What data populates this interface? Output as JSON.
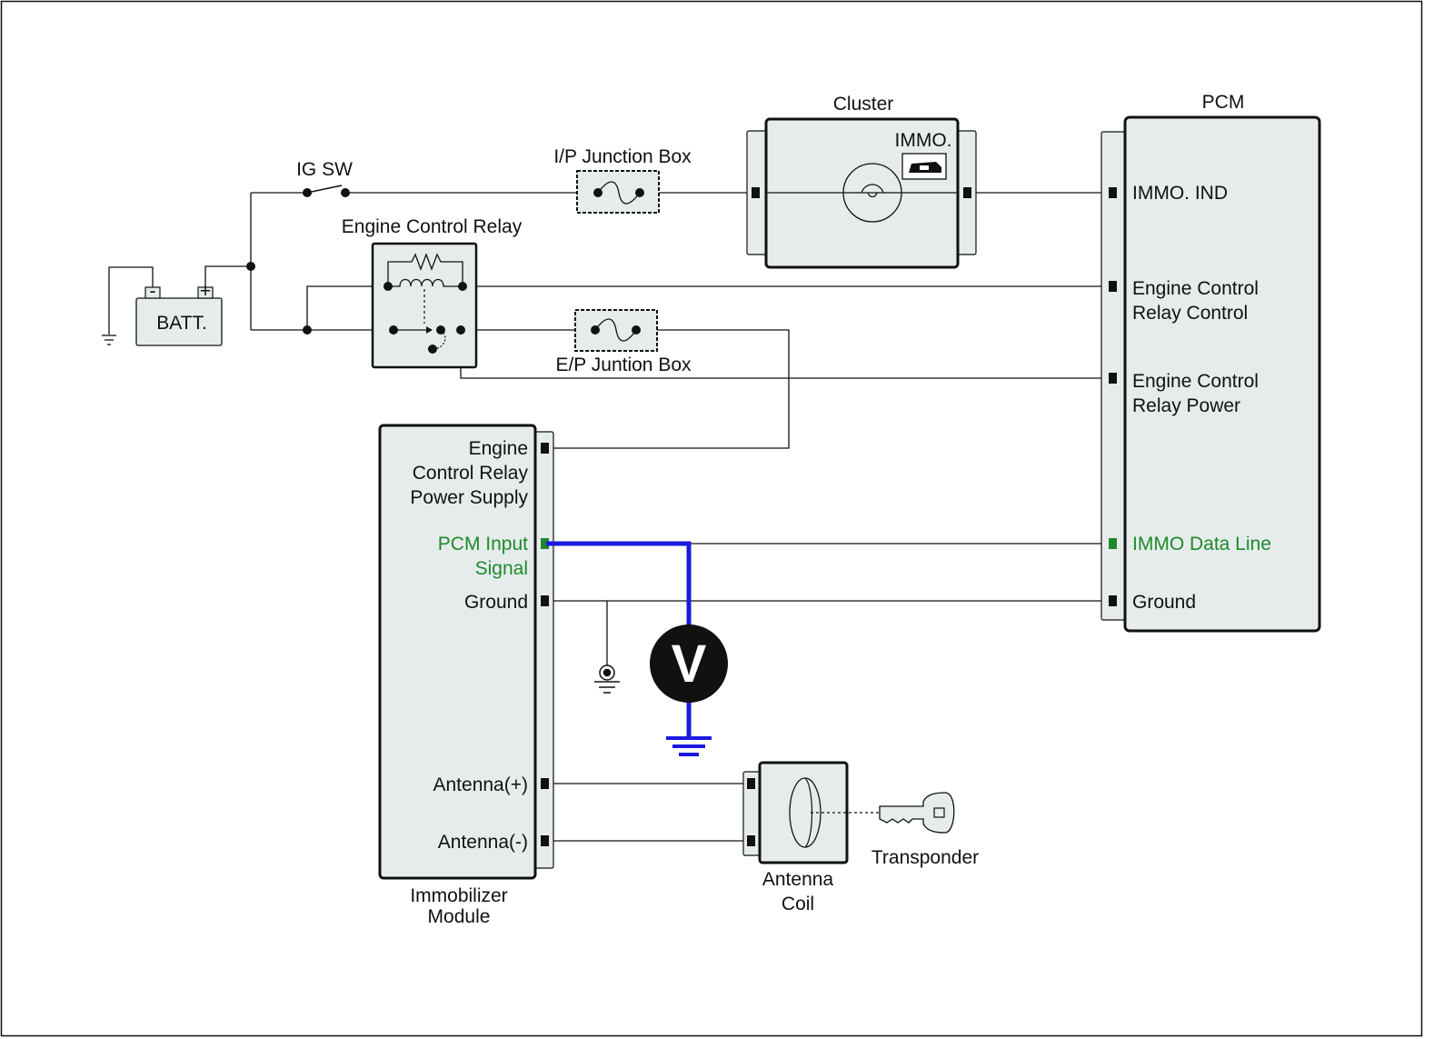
{
  "batt": {
    "label": "BATT.",
    "neg": "-",
    "pos": "+"
  },
  "ig_sw": {
    "label": "IG SW"
  },
  "ecr": {
    "label": "Engine Control Relay"
  },
  "ip_jb": {
    "label": "I/P Junction Box"
  },
  "ep_jb": {
    "label": "E/P Juntion Box"
  },
  "cluster": {
    "label": "Cluster",
    "immo_label": "IMMO."
  },
  "pcm": {
    "title": "PCM",
    "pins": {
      "immo_ind": "IMMO. IND",
      "ecr_control_1": "Engine Control",
      "ecr_control_2": "Relay Control",
      "ecr_power_1": "Engine Control",
      "ecr_power_2": "Relay Power",
      "immo_data": "IMMO Data Line",
      "ground": "Ground"
    }
  },
  "immo_module": {
    "title_1": "Immobilizer",
    "title_2": "Module",
    "pins": {
      "ecr_supply_1": "Engine",
      "ecr_supply_2": "Control Relay",
      "ecr_supply_3": "Power Supply",
      "pcm_input_1": "PCM Input",
      "pcm_input_2": "Signal",
      "ground": "Ground",
      "antenna_pos": "Antenna(+)",
      "antenna_neg": "Antenna(-)"
    }
  },
  "meter": {
    "symbol": "V"
  },
  "antenna_coil": {
    "label_1": "Antenna",
    "label_2": "Coil"
  },
  "transponder": {
    "label": "Transponder"
  },
  "colors": {
    "signal_text": "#1e8a2a",
    "measurement_wire": "#1a1adf",
    "module_fill": "#e6ecec"
  }
}
